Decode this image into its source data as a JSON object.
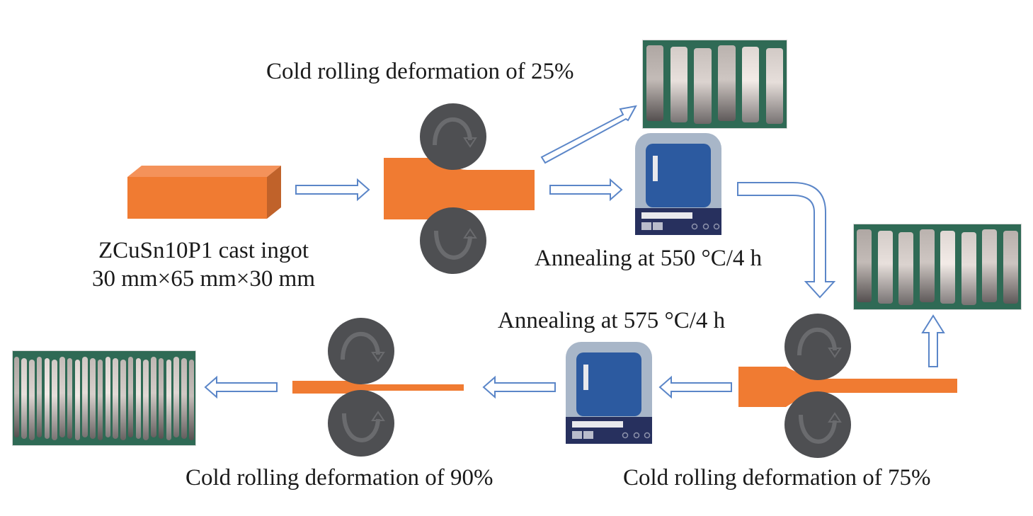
{
  "labels": {
    "ingot_line1": "ZCuSn10P1 cast ingot",
    "ingot_line2": "30 mm×65 mm×30 mm",
    "rolling_25": "Cold rolling deformation of 25%",
    "anneal_550": "Annealing at 550 °C/4 h",
    "anneal_575": "Annealing at 575 °C/4 h",
    "rolling_75": "Cold rolling deformation of 75%",
    "rolling_90": "Cold rolling deformation of 90%"
  },
  "colors": {
    "ingot": "#f07b32",
    "roller": "#4e4f52",
    "arrow": "#5b86c8",
    "furnace_frame": "#a8b6c8",
    "furnace_door": "#2c5aa0",
    "furnace_panel": "#27305e",
    "photo_bg": "#2f6a55"
  },
  "photos": [
    {
      "name": "sample-photo-25",
      "strips": 6
    },
    {
      "name": "sample-photo-75",
      "strips": 8
    },
    {
      "name": "sample-photo-90",
      "strips": 24
    }
  ]
}
